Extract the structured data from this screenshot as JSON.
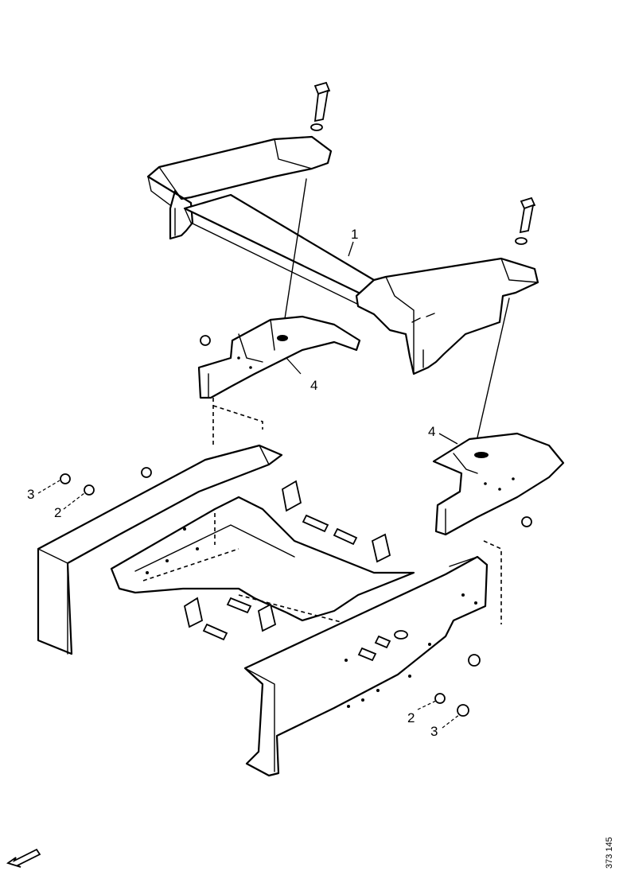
{
  "callouts": {
    "c1": "1",
    "c4_upper": "4",
    "c4_right": "4",
    "c3_left": "3",
    "c2_left": "2",
    "c2_right": "2",
    "c3_right": "3"
  },
  "drawing_ref": "373 145",
  "icons": {
    "direction_arrow": "arrow-down-left-icon"
  }
}
